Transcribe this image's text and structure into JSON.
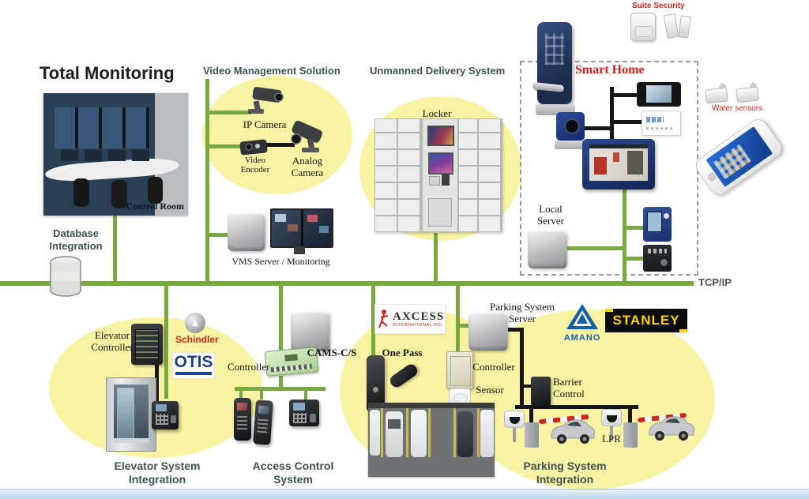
{
  "title": "Total Monitoring",
  "bus": {
    "label": "TCP/IP"
  },
  "control_room": {
    "caption": "Control Room"
  },
  "database": {
    "label": "Database Integration"
  },
  "vms": {
    "header": "Video Management Solution",
    "ip_camera_label": "IP Camera",
    "encoder_label": "Video Encoder",
    "analog_camera_label": "Analog Camera",
    "server_label": "VMS Server / Monitoring"
  },
  "delivery": {
    "header": "Unmanned Delivery System",
    "locker_label": "Locker"
  },
  "smart_home": {
    "header": "Smart Home",
    "suite_security_label": "Suite Security",
    "water_sensors_label": "Water sensors",
    "local_server_label": "Local Server"
  },
  "elevator": {
    "controller_label": "Elevator Controller",
    "brand_schindler": "Schindler",
    "brand_otis": "OTIS",
    "caption": "Elevator System Integration"
  },
  "access": {
    "server_label": "CAMS-C/S",
    "controller_label": "Controller",
    "caption": "Access Control System"
  },
  "axcess": {
    "brand": "AXCESS",
    "brand_sub": "INTERNATIONAL INC.",
    "one_pass_label": "One Pass"
  },
  "parking": {
    "server_label": "Parking System Server",
    "brand_amano": "AMANO",
    "brand_stanley": "STANLEY",
    "controller_label": "Controller",
    "sensor_label": "Sensor",
    "barrier_label": "Barrier Control",
    "lpr_label": "LPR",
    "caption": "Parking System Integration"
  },
  "colors": {
    "bus_green": "#79a843",
    "highlight_yellow": "#f7f3a2",
    "brand_red": "#d42a1e",
    "otis_blue": "#1c3f94",
    "amano_blue": "#1660a8",
    "stanley_yellow": "#ffd200",
    "header_teal": "#3e5254"
  }
}
